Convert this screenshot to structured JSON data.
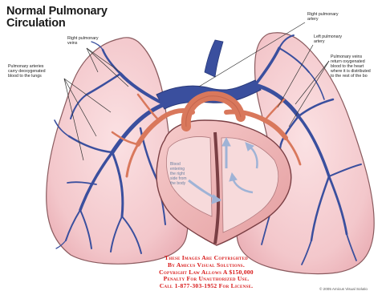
{
  "title": [
    "Normal Pulmonary",
    "Circulation"
  ],
  "labels": {
    "right_pulmonary_veins": [
      "Right pulmonary",
      "veins"
    ],
    "pulmonary_arteries": [
      "Pulmonary arteries",
      "carry deoxygenated",
      "blood to the lungs"
    ],
    "right_pulmonary_artery": [
      "Right pulmonary",
      "artery"
    ],
    "left_pulmonary_artery": [
      "Left pulmonary",
      "artery"
    ],
    "pulmonary_veins_return": [
      "Pulmonary veins",
      "return oxygenated",
      "blood to the heart",
      "where it is distributed",
      "to the rest of the bo"
    ],
    "blood_in_heart": [
      "Blood",
      "entering",
      "the right",
      "side from",
      "the body"
    ]
  },
  "copyright": [
    "These Images Are Copyrighted",
    "By Amicus Visual Solutions.",
    "Copyright Law Allows A $150,000",
    "Penalty For Unauthorized Use.",
    "Call 1-877-303-1952 For License."
  ],
  "credit": "© 2005 Amicus Visual Solutio",
  "colors": {
    "lung_fill": "#f3c7cb",
    "lung_outline": "#8a5a5e",
    "vein_blue": "#3a4f9e",
    "artery_red": "#d9785c",
    "heart_fill": "#f0b8b8",
    "copyright_red": "#d81818"
  }
}
